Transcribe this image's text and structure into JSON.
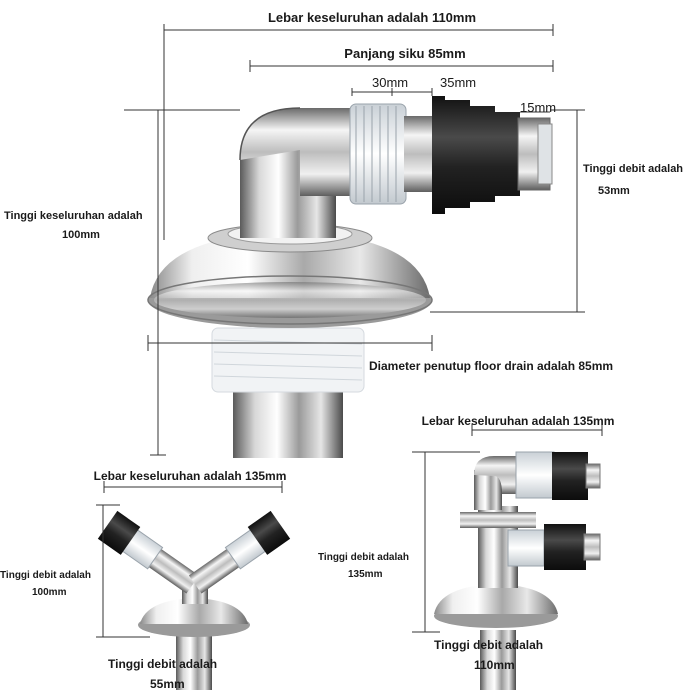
{
  "main": {
    "overall_width": "Lebar keseluruhan adalah 110mm",
    "elbow_length": "Panjang siku 85mm",
    "dim_30": "30mm",
    "dim_35": "35mm",
    "dim_15": "15mm",
    "outlet_height_line1": "Tinggi debit adalah",
    "outlet_height_line2": "53mm",
    "overall_height_line1": "Tinggi keseluruhan adalah",
    "overall_height_line2": "100mm",
    "cover_diameter": "Diameter penutup floor drain adalah 85mm"
  },
  "y_variant": {
    "overall_width": "Lebar keseluruhan adalah 135mm",
    "outlet_height_line1": "Tinggi debit adalah",
    "outlet_height_line2": "100mm",
    "bottom_height_line1": "Tinggi debit adalah",
    "bottom_height_line2": "55mm"
  },
  "double_variant": {
    "overall_width": "Lebar keseluruhan adalah 135mm",
    "overall_height_line1": "Tinggi debit adalah",
    "overall_height_line2": "135mm",
    "bottom_height_line1": "Tinggi debit adalah",
    "bottom_height_line2": "110mm"
  },
  "colors": {
    "chrome_light": "#f4f4f4",
    "chrome_dark": "#6e6e6e",
    "rubber": "#1c1c1c",
    "thread": "#e9eef2"
  }
}
